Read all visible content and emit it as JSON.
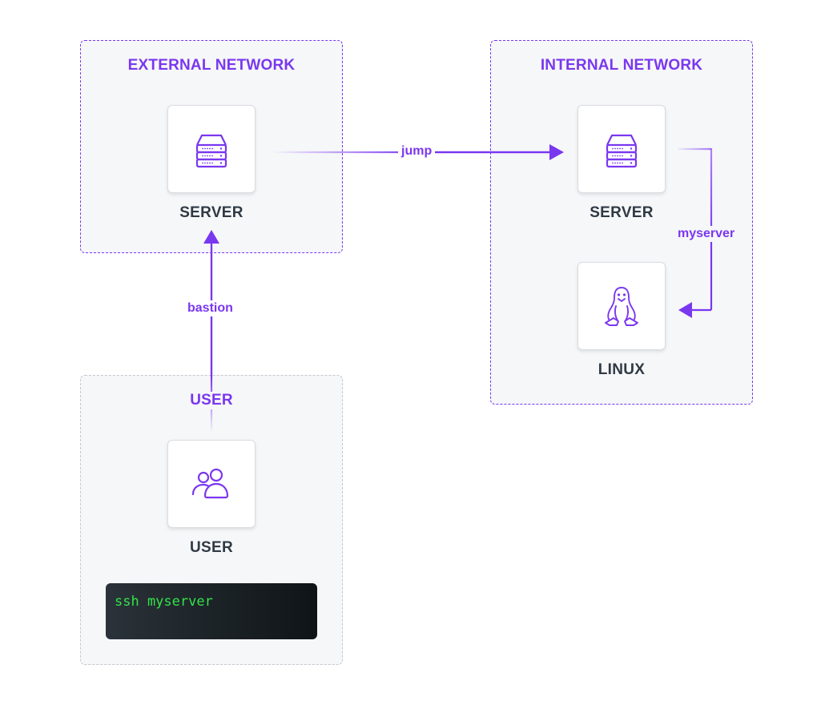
{
  "zones": {
    "external": {
      "title": "EXTERNAL NETWORK"
    },
    "internal": {
      "title": "INTERNAL NETWORK"
    },
    "user": {
      "title": "USER"
    }
  },
  "nodes": {
    "external_server": {
      "label": "SERVER",
      "icon": "server-icon"
    },
    "internal_server": {
      "label": "SERVER",
      "icon": "server-icon"
    },
    "linux": {
      "label": "LINUX",
      "icon": "tux-penguin-icon"
    },
    "user": {
      "label": "USER",
      "icon": "users-icon"
    }
  },
  "edges": {
    "bastion": {
      "label": "bastion"
    },
    "jump": {
      "label": "jump"
    },
    "myserver": {
      "label": "myserver"
    }
  },
  "terminal": {
    "command": "ssh myserver"
  },
  "colors": {
    "accent": "#7a37f0",
    "label_text": "#2f3a44",
    "zone_bg": "#f6f7f9",
    "terminal_text": "#34e24a"
  }
}
